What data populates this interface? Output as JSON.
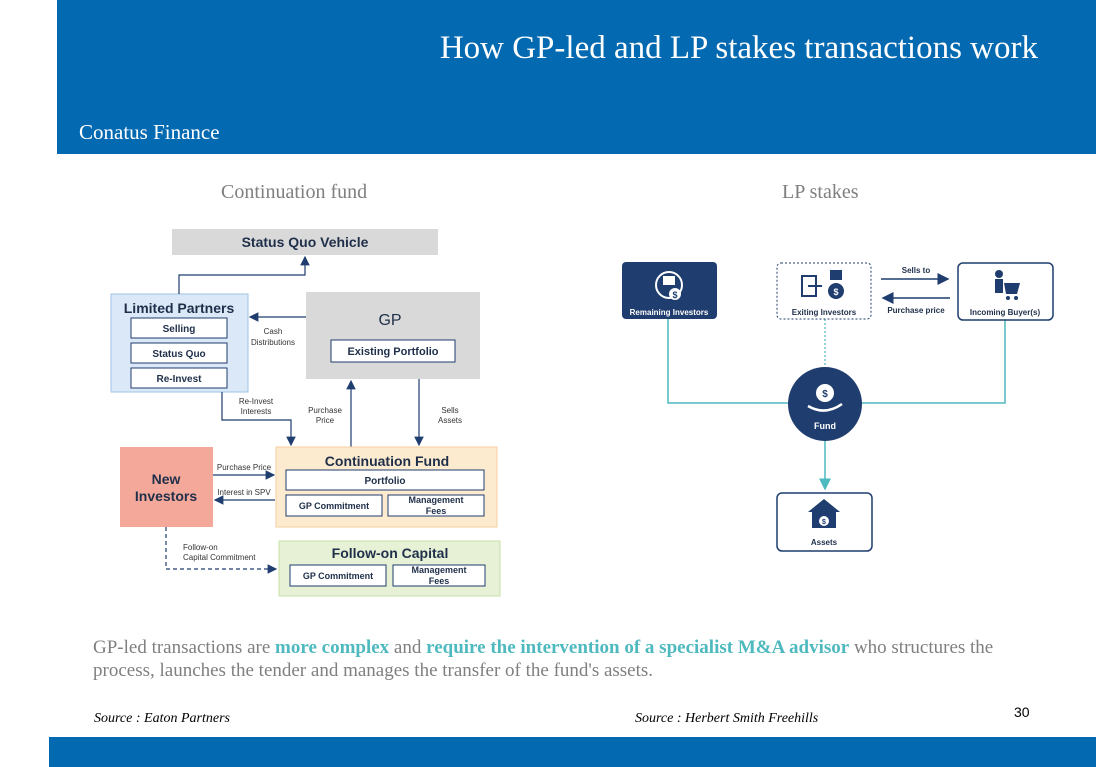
{
  "header": {
    "title": "How GP-led and LP stakes transactions work",
    "brand": "Conatus Finance"
  },
  "continuation": {
    "subtitle": "Continuation fund",
    "status_quo_vehicle": "Status Quo Vehicle",
    "limited_partners": {
      "title": "Limited Partners",
      "items": [
        "Selling",
        "Status Quo",
        "Re-Invest"
      ]
    },
    "gp": {
      "title": "GP",
      "existing_portfolio": "Existing Portfolio"
    },
    "cash_distributions": [
      "Cash",
      "Distributions"
    ],
    "reinvest_interests": [
      "Re-Invest",
      "Interests"
    ],
    "purchase_price": [
      "Purchase",
      "Price"
    ],
    "sells_assets": [
      "Sells",
      "Assets"
    ],
    "new_investors": [
      "New",
      "Investors"
    ],
    "purchase_price_label": "Purchase Price",
    "interest_spv": "Interest in SPV",
    "continuation_fund": {
      "title": "Continuation Fund",
      "portfolio": "Portfolio",
      "gp_commitment": "GP Commitment",
      "management_fees": [
        "Management",
        "Fees"
      ]
    },
    "follow_on_label": [
      "Follow-on",
      "Capital Commitment"
    ],
    "follow_on_capital": {
      "title": "Follow-on Capital",
      "gp_commitment": "GP Commitment",
      "management_fees": [
        "Management",
        "Fees"
      ]
    }
  },
  "lp_stakes": {
    "subtitle": "LP stakes",
    "remaining_investors": "Remaining Investors",
    "exiting_investors": "Exiting Investors",
    "incoming_buyers": "Incoming Buyer(s)",
    "sells_to": "Sells to",
    "purchase_price": "Purchase price",
    "fund": "Fund",
    "assets": "Assets"
  },
  "description": {
    "p1": "GP-led transactions are ",
    "h1": "more complex",
    "p2": " and ",
    "h2": "require the intervention of a specialist M&A advisor",
    "p3": " who structures the process, launches the tender and manages the transfer of the fund's assets."
  },
  "footer": {
    "source_left": "Source : Eaton Partners",
    "source_right": "Source : Herbert Smith Freehills",
    "page": "30"
  },
  "colors": {
    "brand_blue": "#0369b1",
    "navy": "#1f3d6e",
    "teal": "#4eb9bf",
    "salmon": "#f4a89a",
    "lp_blue": "#dbe8f7",
    "gp_grey": "#d9d9d9",
    "cf_orange": "#fdebd0",
    "fo_green": "#e6f1d6"
  }
}
